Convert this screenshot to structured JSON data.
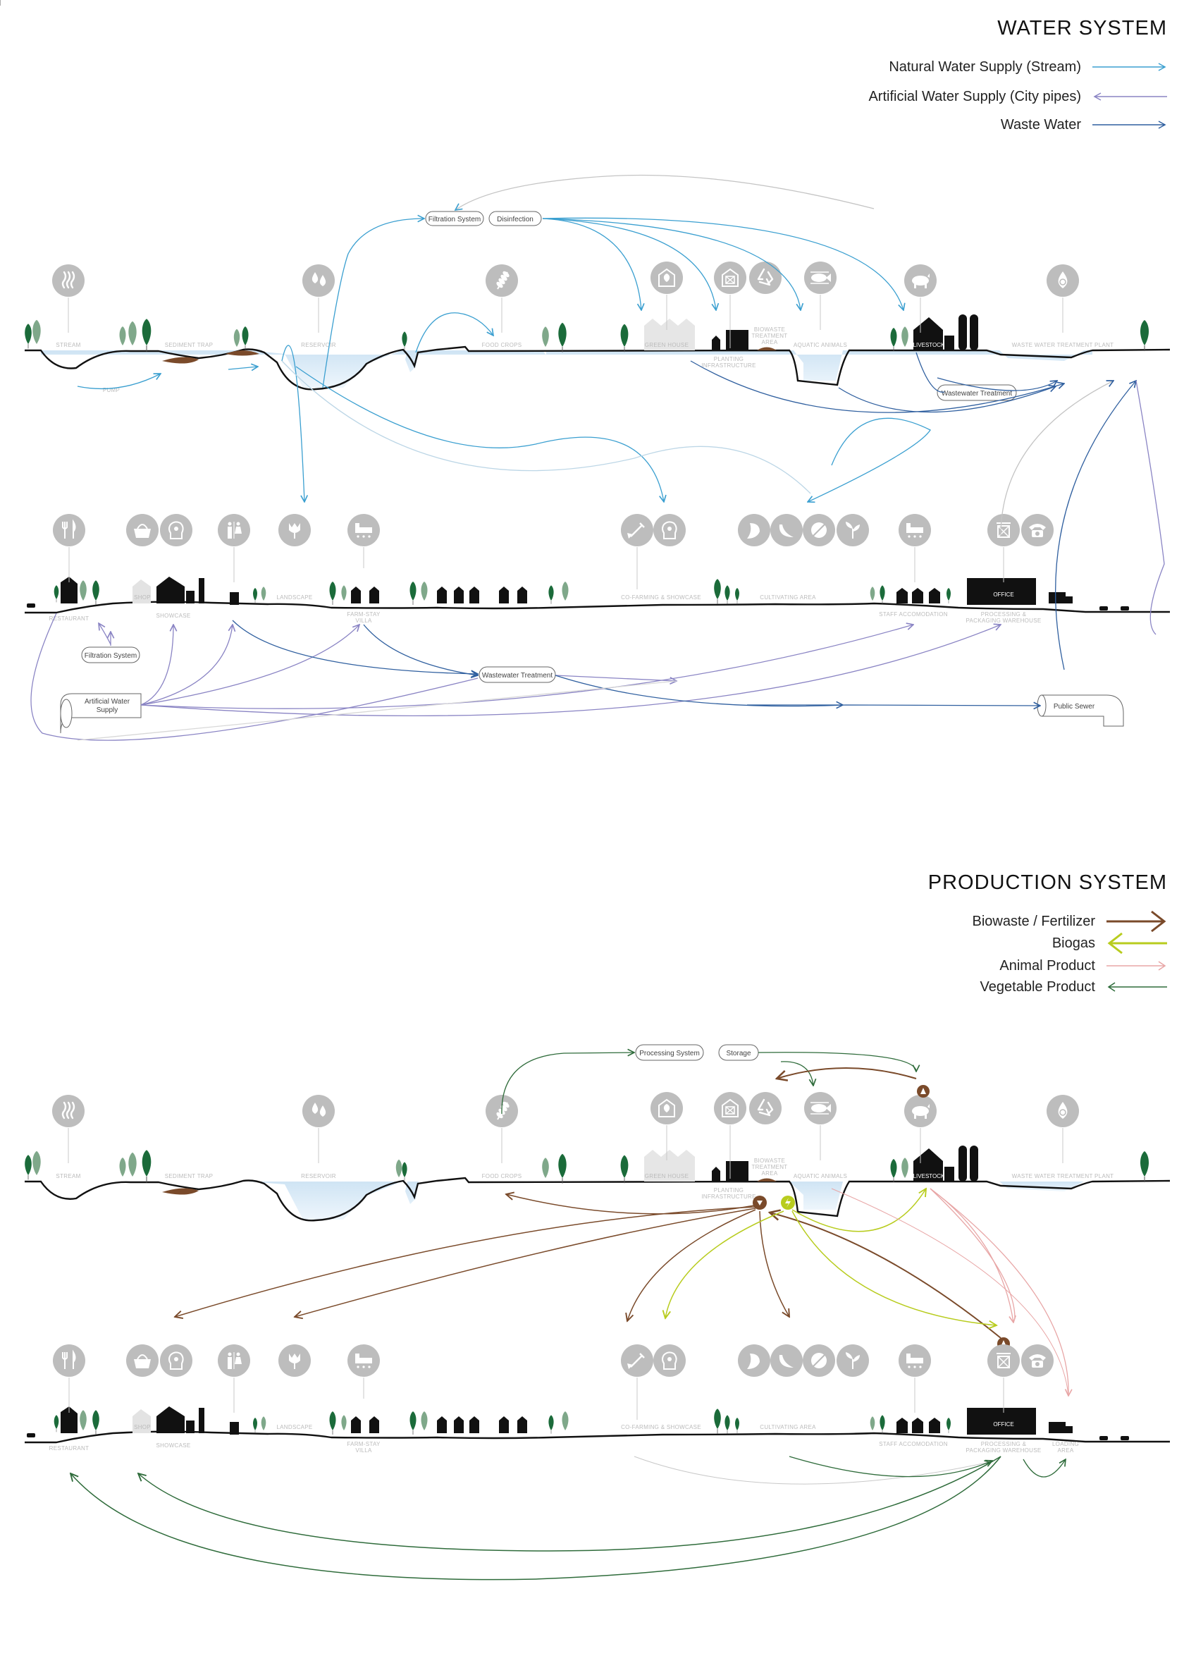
{
  "water": {
    "title": "WATER SYSTEM",
    "legend": [
      {
        "label": "Natural Water Supply (Stream)",
        "color": "#3a9fd0"
      },
      {
        "label": "Artificial Water Supply (City pipes)",
        "color": "#8a84c4"
      },
      {
        "label": "Waste Water",
        "color": "#2f5f9f"
      }
    ],
    "boxes": {
      "filtration": "Filtration System",
      "disinfection": "Disinfection",
      "wastewater_upper": "Wastewater Treatment",
      "filtration_lower": "Filtration System",
      "wastewater_lower": "Wastewater Treatment",
      "public_sewer": "Public Sewer",
      "artificial_1": "Artificial Water",
      "artificial_2": "Supply"
    },
    "pump": "PUMP"
  },
  "production": {
    "title": "PRODUCTION SYSTEM",
    "legend": [
      {
        "label": "Biowaste / Fertilizer",
        "color": "#7a4a2a"
      },
      {
        "label": "Biogas",
        "color": "#b8cc1e"
      },
      {
        "label": "Animal Product",
        "color": "#e8a6a6"
      },
      {
        "label": "Vegetable Product",
        "color": "#2e6b3a"
      }
    ],
    "boxes": {
      "processing": "Processing System",
      "storage": "Storage"
    }
  },
  "upper_labels": {
    "stream": "STREAM",
    "sediment": "SEDIMENT TRAP",
    "reservoir": "RESERVOIR",
    "food_crops": "FOOD CROPS",
    "green_house": "GREEN HOUSE",
    "planting_1": "PLANTING",
    "planting_2": "INFRASTRUCTURE",
    "biowaste_1": "BIOWASTE",
    "biowaste_2": "TREATMENT",
    "biowaste_3": "AREA",
    "aquatic": "AQUATIC ANIMALS",
    "livestock": "LIVESTOCK",
    "wwtp": "WASTE WATER TREATMENT PLANT"
  },
  "lower_labels": {
    "restaurant": "RESTAURANT",
    "shop": "SHOP",
    "showcase": "SHOWCASE",
    "landscape": "LANDSCAPE",
    "farmstay_1": "FARM-STAY",
    "farmstay_2": "VILLA",
    "cofarming": "CO-FARMING & SHOWCASE",
    "cultivating": "CULTIVATING AREA",
    "staff": "STAFF ACCOMODATION",
    "processing_1": "PROCESSING &",
    "processing_2": "PACKAGING WAREHOUSE",
    "office": "OFFICE",
    "loading_1": "LOADING",
    "loading_2": "AREA"
  }
}
